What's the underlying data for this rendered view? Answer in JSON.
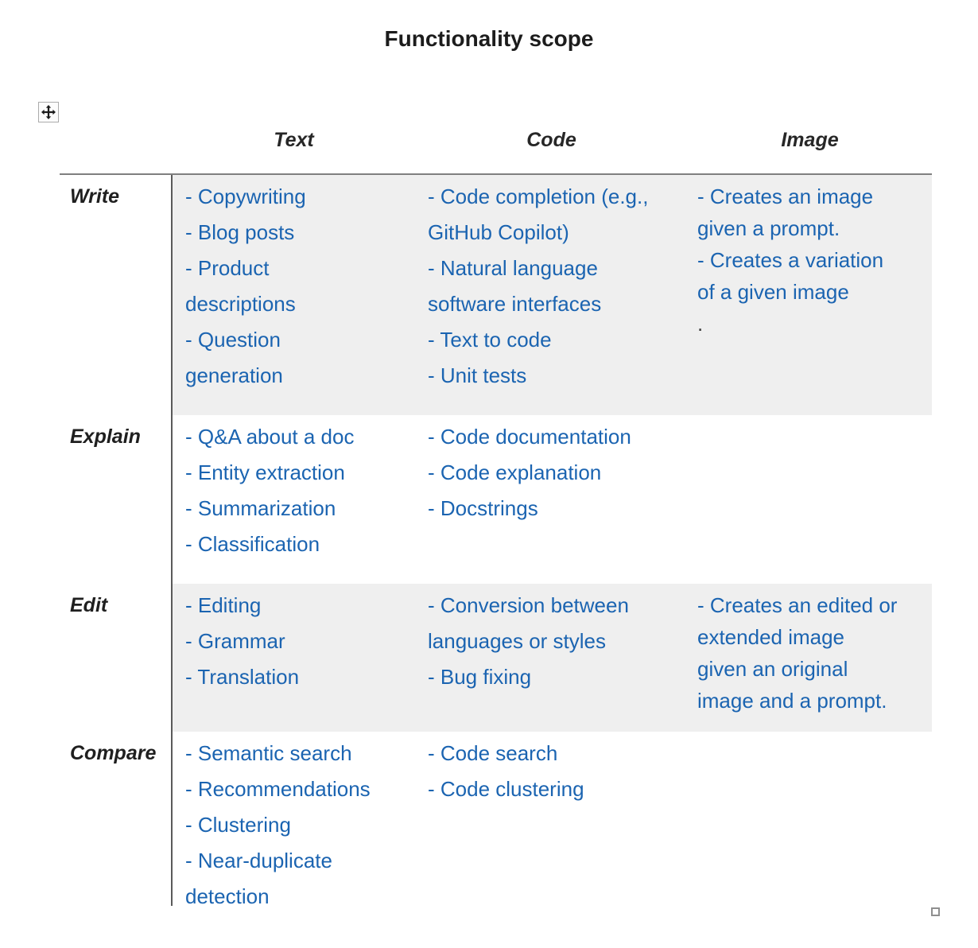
{
  "title": "Functionality scope",
  "colors": {
    "accent": "#1b64b1",
    "shade": "#efefef",
    "topline": "#7f7f7f",
    "vline": "#5a5a5a",
    "ink": "#1f1f1f",
    "darkdot": "#3f3f3f"
  },
  "icons": {
    "move_handle": "four-way-move-arrow-icon",
    "resize_handle": "resize-square-icon"
  },
  "table": {
    "column_headers": [
      "Text",
      "Code",
      "Image"
    ],
    "rows": [
      {
        "label": "Write",
        "cells": {
          "text": [
            "- Copywriting",
            "- Blog posts",
            "- Product\ndescriptions",
            "- Question\ngeneration"
          ],
          "code": [
            "- Code completion (e.g.,\nGitHub Copilot)",
            "- Natural language\nsoftware interfaces",
            "- Text to code",
            "- Unit tests"
          ],
          "image": [
            "- Creates an image\ngiven a prompt.",
            {
              "text": "- Creates a variation\nof a given image",
              "dark_suffix": "."
            }
          ]
        }
      },
      {
        "label": "Explain",
        "cells": {
          "text": [
            "- Q&A about a doc",
            "- Entity extraction",
            "- Summarization",
            "- Classification"
          ],
          "code": [
            "- Code documentation",
            "- Code explanation",
            "- Docstrings"
          ],
          "image": []
        }
      },
      {
        "label": "Edit",
        "cells": {
          "text": [
            "- Editing",
            "- Grammar",
            "- Translation"
          ],
          "code": [
            "- Conversion between\nlanguages or styles",
            "- Bug fixing"
          ],
          "image": [
            "- Creates an edited or\nextended image\ngiven an original\nimage and a prompt."
          ]
        }
      },
      {
        "label": "Compare",
        "cells": {
          "text": [
            "- Semantic search",
            "- Recommendations",
            "- Clustering",
            "- Near-duplicate\ndetection"
          ],
          "code": [
            "- Code search",
            "- Code clustering"
          ],
          "image": []
        }
      }
    ]
  }
}
